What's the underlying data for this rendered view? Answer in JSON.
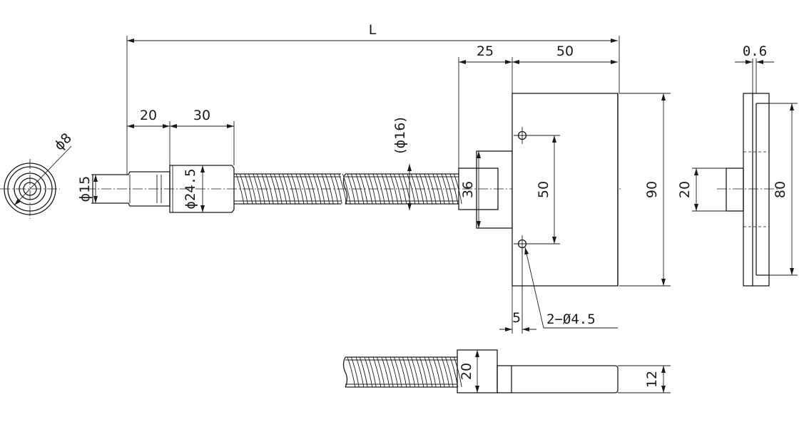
{
  "dimensions": {
    "overall_length": "L",
    "journal_len": "20",
    "nut_len": "30",
    "housing_offset": "25",
    "housing_len": "50",
    "flange_thk": "0.6",
    "journal_dia": "ϕ15",
    "nut_dia": "ϕ24.5",
    "end_bore": "ϕ8",
    "screw_dia": "(ϕ16)",
    "boss_dia": "36",
    "hole_pitch": "50",
    "housing_h": "90",
    "side_boss": "20",
    "side_plate": "80",
    "edge_dist": "5",
    "holes": "2−Ø4.5",
    "bottom_block": "20",
    "bottom_plate": "12"
  }
}
